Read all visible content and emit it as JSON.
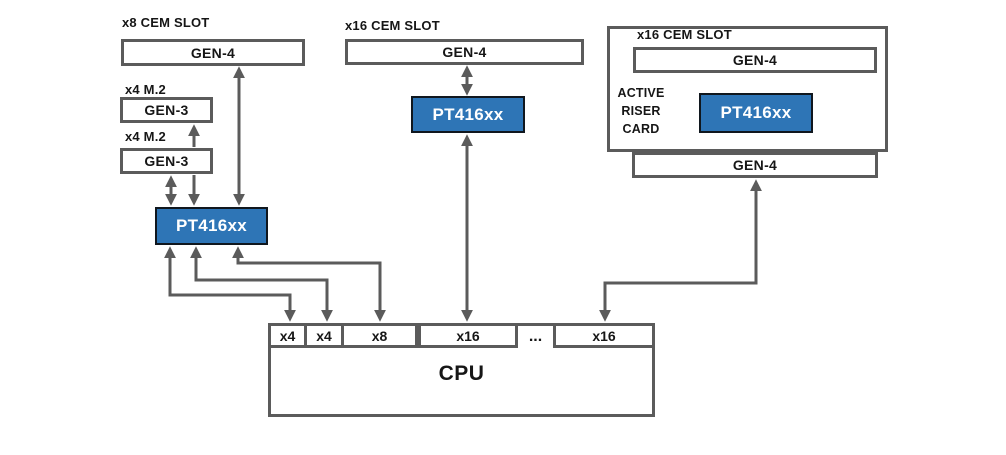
{
  "diagram": {
    "left": {
      "slot_label": "x8 CEM SLOT",
      "slot_gen": "GEN-4",
      "m2_label_1": "x4 M.2",
      "m2_gen_1": "GEN-3",
      "m2_label_2": "x4 M.2",
      "m2_gen_2": "GEN-3",
      "retimer": "PT416xx"
    },
    "middle": {
      "slot_label": "x16 CEM SLOT",
      "slot_gen": "GEN-4",
      "retimer": "PT416xx"
    },
    "riser": {
      "slot_label": "x16 CEM SLOT",
      "slot_gen": "GEN-4",
      "card_line1": "ACTIVE",
      "card_line2": "RISER",
      "card_line3": "CARD",
      "retimer": "PT416xx",
      "edge_gen": "GEN-4"
    },
    "cpu": {
      "label": "CPU",
      "ports": [
        "x4",
        "x4",
        "x8",
        "x16",
        "...",
        "x16"
      ]
    },
    "colors": {
      "retimer_fill": "#2E75B6",
      "retimer_border": "#10171E",
      "line_gray": "#5B5B5B",
      "text": "#161616"
    }
  }
}
